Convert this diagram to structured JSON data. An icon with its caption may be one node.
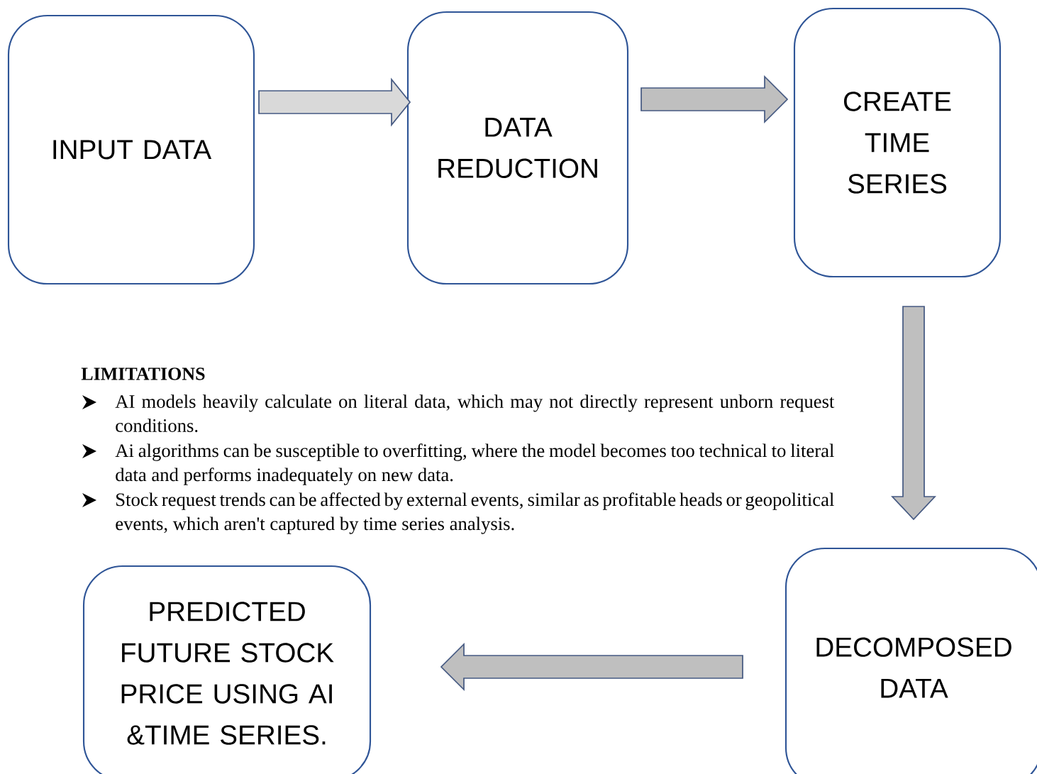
{
  "diagram": {
    "nodes": [
      {
        "text": [
          "INPUT DATA"
        ]
      },
      {
        "text": [
          "DATA REDUCTION"
        ]
      },
      {
        "text": [
          "CREATE TIME SERIES"
        ]
      },
      {
        "text": [
          "DECOMPOSED DATA"
        ]
      },
      {
        "text": [
          "PREDICTED FUTURE STOCK PRICE USING AI &TIME SERIES."
        ]
      }
    ],
    "edges": [
      {
        "from": 0,
        "to": 1,
        "arrow": "to",
        "color": "#d9d9d9"
      },
      {
        "from": 1,
        "to": 2,
        "arrow": "to"
      },
      {
        "from": 2,
        "to": 3,
        "arrow": "to"
      },
      {
        "from": 3,
        "to": 4,
        "arrow": "to"
      }
    ],
    "labels": [
      "LIMITATIONS",
      "AI models heavily calculate on literal data, which may not directly represent unborn request conditions.",
      "Ai algorithms can be susceptible to overfitting, where the model becomes too technical to literal data and performs inadequately on new data.",
      "Stock request trends can be affected by external events, similar as profitable heads or geopolitical events, which aren't captured by time series analysis."
    ]
  }
}
